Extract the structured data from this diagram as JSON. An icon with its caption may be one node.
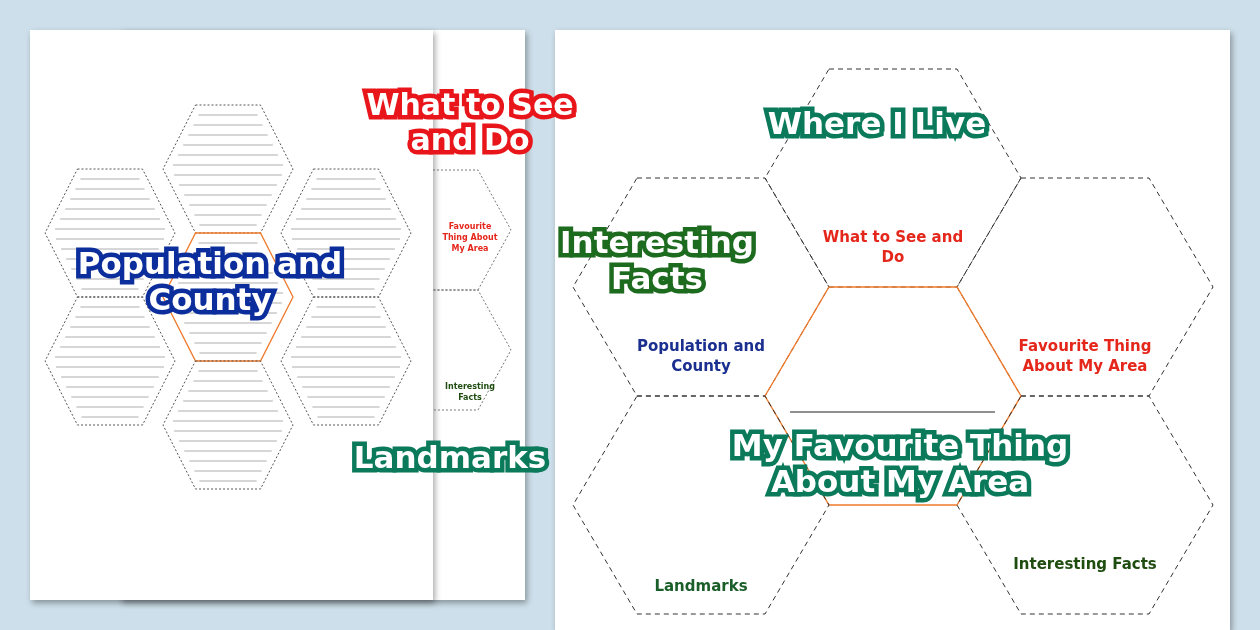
{
  "diagram": {
    "nodes": [
      {
        "text": [],
        "shape": "hexagon"
      },
      {
        "text": [],
        "shape": "hexagon"
      },
      {
        "text": [],
        "shape": "hexagon"
      },
      {
        "text": [],
        "shape": "hexagon"
      },
      {
        "text": [],
        "shape": "hexagon"
      },
      {
        "text": [],
        "shape": "hexagon"
      },
      {
        "text": [],
        "shape": "hexagon"
      },
      {
        "text": [
          "Favourite Thing About My Area"
        ]
      },
      {
        "text": [
          "Interesting Facts"
        ]
      },
      {
        "text": [
          "What to See and Do"
        ]
      },
      {
        "text": [
          "Population and County"
        ]
      },
      {
        "text": [
          "Favourite Thing About My Area"
        ]
      },
      {
        "text": [],
        "shape": "hexagon"
      },
      {
        "text": [
          "Landmarks"
        ]
      },
      {
        "text": [
          "Interesting Facts"
        ]
      }
    ],
    "edges": [],
    "labels": [
      "What to See and Do",
      "Where I Live",
      "Interesting Facts",
      "Population and County",
      "Landmarks",
      "My Favourite Thing About My Area"
    ]
  }
}
